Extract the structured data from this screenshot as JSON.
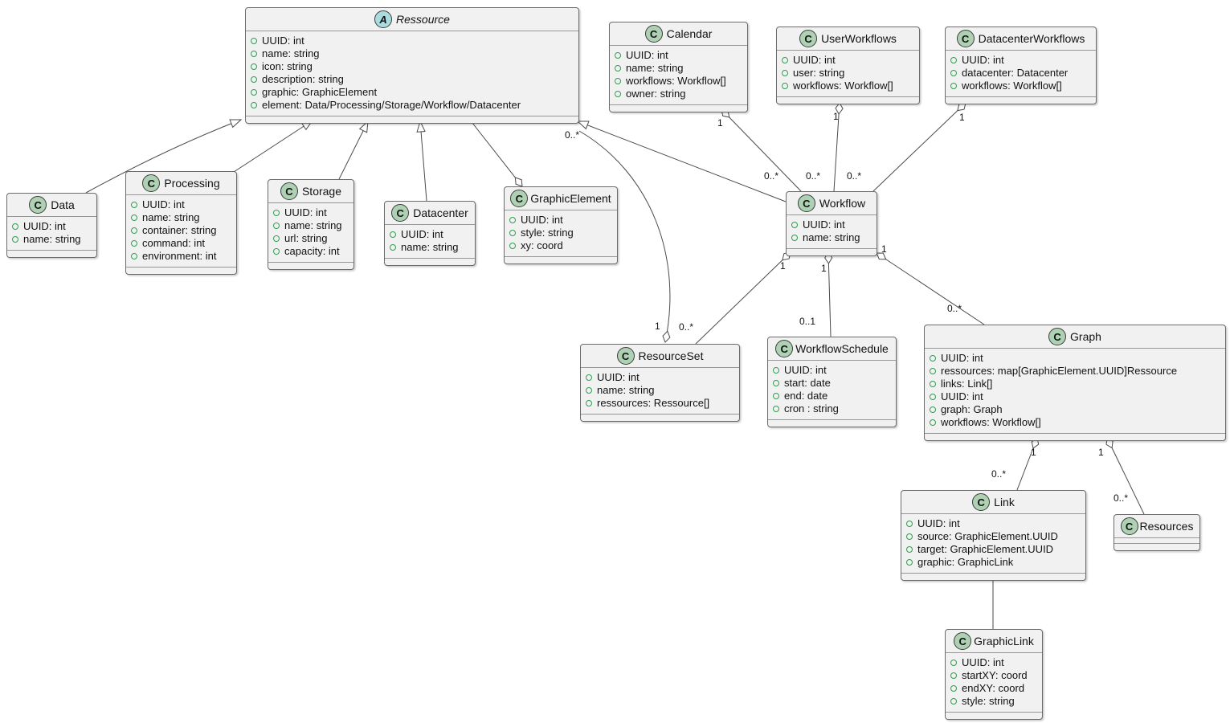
{
  "diagram": {
    "type": "uml-class-diagram",
    "background": "#ffffff"
  },
  "colors": {
    "class_fill": "#F1F1F1",
    "class_border": "#6B6B6B",
    "class_icon_fill": "#ADD1B2",
    "abstract_icon_fill": "#A9DCDF",
    "field_dot": "#2E9E51",
    "edge": "#4A4A4A"
  },
  "icons": {
    "class_badge": "C",
    "abstract_badge": "A"
  },
  "classes": {
    "ressource": {
      "name": "Ressource",
      "kind": "abstract",
      "attrs": [
        "UUID: int",
        "name: string",
        "icon: string",
        "description: string",
        "graphic: GraphicElement",
        "element: Data/Processing/Storage/Workflow/Datacenter"
      ]
    },
    "calendar": {
      "name": "Calendar",
      "kind": "class",
      "attrs": [
        "UUID: int",
        "name: string",
        "workflows: Workflow[]",
        "owner: string"
      ]
    },
    "user_workflows": {
      "name": "UserWorkflows",
      "kind": "class",
      "attrs": [
        "UUID: int",
        "user: string",
        "workflows: Workflow[]"
      ]
    },
    "datacenter_workflows": {
      "name": "DatacenterWorkflows",
      "kind": "class",
      "attrs": [
        "UUID: int",
        "datacenter: Datacenter",
        "workflows: Workflow[]"
      ]
    },
    "data": {
      "name": "Data",
      "kind": "class",
      "attrs": [
        "UUID: int",
        "name: string"
      ]
    },
    "processing": {
      "name": "Processing",
      "kind": "class",
      "attrs": [
        "UUID: int",
        "name: string",
        "container: string",
        "command: int",
        "environment: int"
      ]
    },
    "storage": {
      "name": "Storage",
      "kind": "class",
      "attrs": [
        "UUID: int",
        "name: string",
        "url: string",
        "capacity: int"
      ]
    },
    "datacenter": {
      "name": "Datacenter",
      "kind": "class",
      "attrs": [
        "UUID: int",
        "name: string"
      ]
    },
    "graphic_element": {
      "name": "GraphicElement",
      "kind": "class",
      "attrs": [
        "UUID: int",
        "style: string",
        "xy: coord"
      ]
    },
    "workflow": {
      "name": "Workflow",
      "kind": "class",
      "attrs": [
        "UUID: int",
        "name: string"
      ]
    },
    "resource_set": {
      "name": "ResourceSet",
      "kind": "class",
      "attrs": [
        "UUID: int",
        "name: string",
        "ressources: Ressource[]"
      ]
    },
    "workflow_schedule": {
      "name": "WorkflowSchedule",
      "kind": "class",
      "attrs": [
        "UUID: int",
        "start: date",
        "end: date",
        "cron : string"
      ]
    },
    "graph": {
      "name": "Graph",
      "kind": "class",
      "attrs": [
        "UUID: int",
        "ressources: map[GraphicElement.UUID]Ressource",
        "links: Link[]",
        "UUID: int",
        "graph: Graph",
        "workflows: Workflow[]"
      ]
    },
    "link": {
      "name": "Link",
      "kind": "class",
      "attrs": [
        "UUID: int",
        "source: GraphicElement.UUID",
        "target: GraphicElement.UUID",
        "graphic: GraphicLink"
      ]
    },
    "resources": {
      "name": "Resources",
      "kind": "class",
      "attrs": []
    },
    "graphic_link": {
      "name": "GraphicLink",
      "kind": "class",
      "attrs": [
        "UUID: int",
        "startXY: coord",
        "endXY: coord",
        "style: string"
      ]
    }
  },
  "multiplicities": {
    "calendar_workflow_calendar_end": "1",
    "calendar_workflow_workflow_end": "0..*",
    "userworkflows_workflow_user_end": "1",
    "userworkflows_workflow_workflow_end": "0..*",
    "datacenterworkflows_workflow_dc_end": "1",
    "datacenterworkflows_workflow_workflow_end": "0..*",
    "resourceset_ressource_set_end": "1",
    "resourceset_ressource_ressource_end": "0..*",
    "workflow_resourceset_workflow_end": "1",
    "workflow_resourceset_set_end": "0..*",
    "workflow_schedule_workflow_end": "1",
    "workflow_schedule_schedule_end": "0..1",
    "workflow_graph_workflow_end": "1",
    "workflow_graph_graph_end": "0..*",
    "graph_link_graph_end": "1",
    "graph_link_link_end": "0..*",
    "graph_resources_graph_end": "1",
    "graph_resources_resources_end": "0..*"
  }
}
